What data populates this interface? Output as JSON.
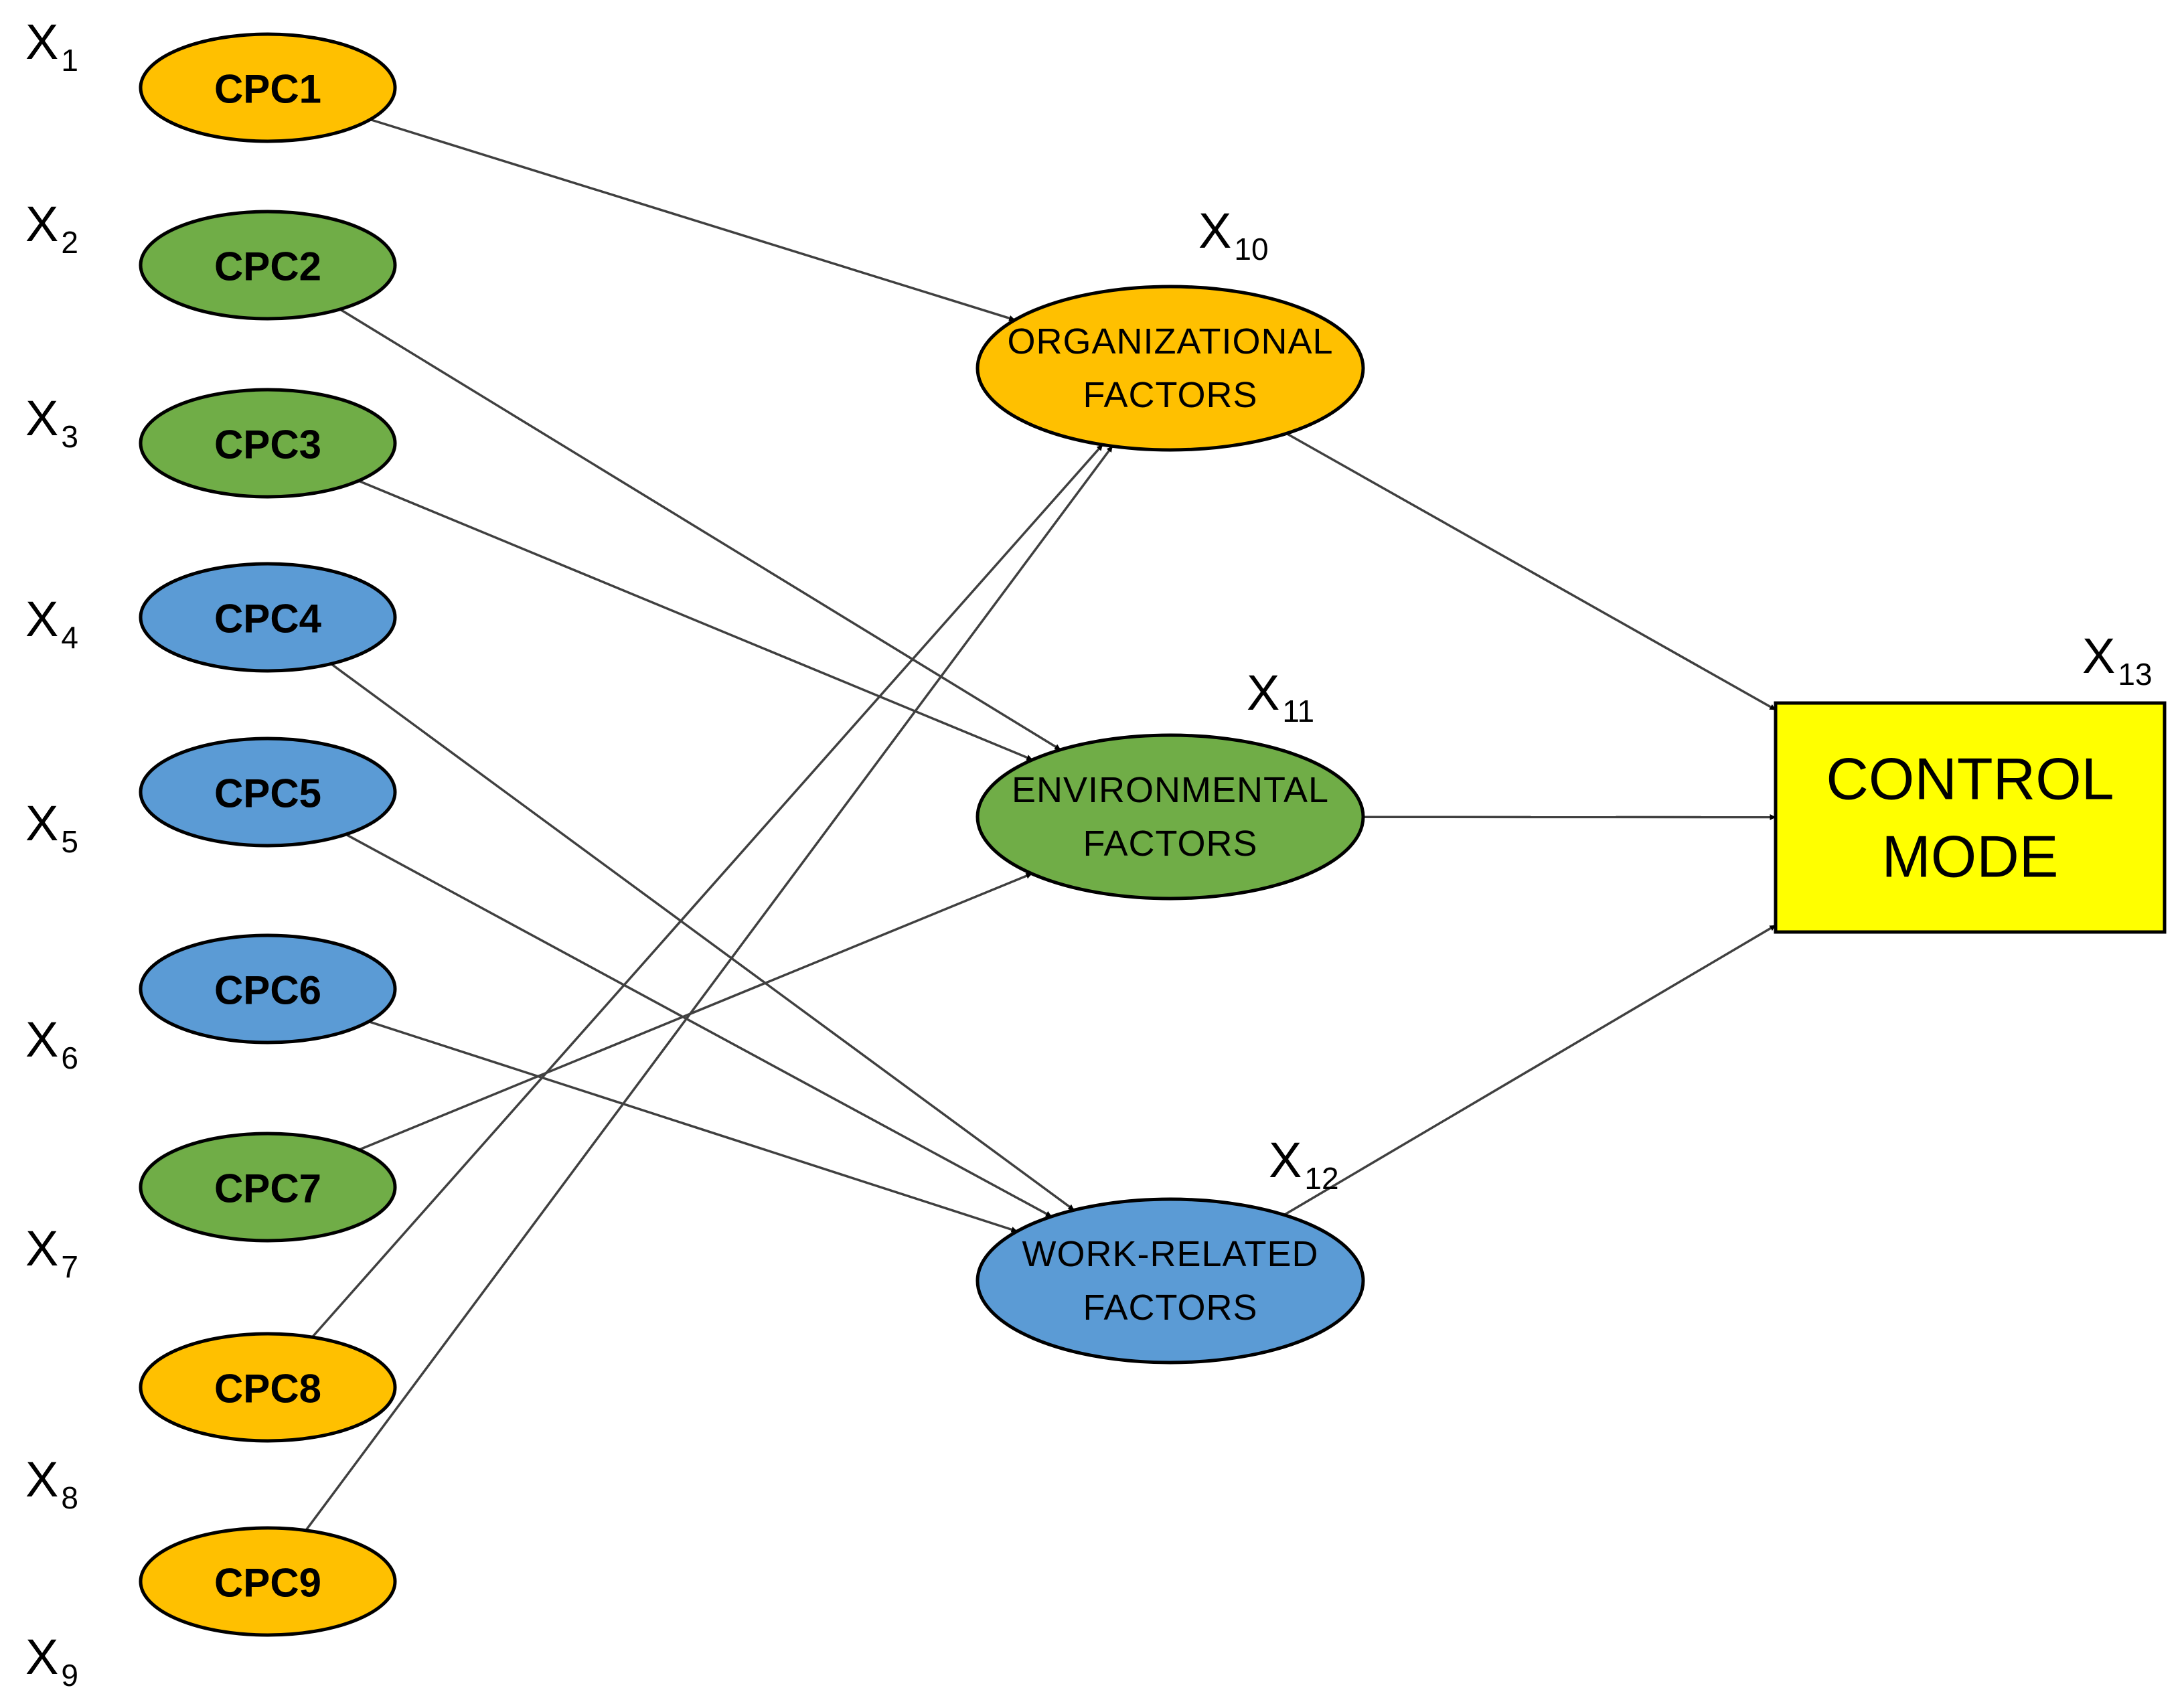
{
  "colors": {
    "orange": "#FFC000",
    "green": "#70AD47",
    "blue": "#5B9BD5",
    "yellow": "#FFFF00",
    "edge": "#404040"
  },
  "nodes": [
    {
      "id": "cpc1",
      "label": "CPC1",
      "var": "X",
      "sub": "1",
      "color": "orange"
    },
    {
      "id": "cpc2",
      "label": "CPC2",
      "var": "X",
      "sub": "2",
      "color": "green"
    },
    {
      "id": "cpc3",
      "label": "CPC3",
      "var": "X",
      "sub": "3",
      "color": "green"
    },
    {
      "id": "cpc4",
      "label": "CPC4",
      "var": "X",
      "sub": "4",
      "color": "blue"
    },
    {
      "id": "cpc5",
      "label": "CPC5",
      "var": "X",
      "sub": "5",
      "color": "blue"
    },
    {
      "id": "cpc6",
      "label": "CPC6",
      "var": "X",
      "sub": "6",
      "color": "blue"
    },
    {
      "id": "cpc7",
      "label": "CPC7",
      "var": "X",
      "sub": "7",
      "color": "green"
    },
    {
      "id": "cpc8",
      "label": "CPC8",
      "var": "X",
      "sub": "8",
      "color": "orange"
    },
    {
      "id": "cpc9",
      "label": "CPC9",
      "var": "X",
      "sub": "9",
      "color": "orange"
    },
    {
      "id": "org",
      "label": [
        "ORGANIZATIONAL",
        "FACTORS"
      ],
      "var": "X",
      "sub": "10",
      "color": "orange"
    },
    {
      "id": "env",
      "label": [
        "ENVIRONMENTAL",
        "FACTORS"
      ],
      "var": "X",
      "sub": "11",
      "color": "green"
    },
    {
      "id": "work",
      "label": [
        "WORK-RELATED",
        "FACTORS"
      ],
      "var": "X",
      "sub": "12",
      "color": "blue"
    },
    {
      "id": "control",
      "label": [
        "CONTROL",
        "MODE"
      ],
      "var": "X",
      "sub": "13",
      "color": "yellow"
    }
  ],
  "edges": [
    {
      "from": "cpc1",
      "to": "org"
    },
    {
      "from": "cpc2",
      "to": "env"
    },
    {
      "from": "cpc3",
      "to": "env"
    },
    {
      "from": "cpc4",
      "to": "work"
    },
    {
      "from": "cpc5",
      "to": "work"
    },
    {
      "from": "cpc6",
      "to": "work"
    },
    {
      "from": "cpc7",
      "to": "env"
    },
    {
      "from": "cpc8",
      "to": "org"
    },
    {
      "from": "cpc9",
      "to": "org"
    },
    {
      "from": "org",
      "to": "control"
    },
    {
      "from": "env",
      "to": "control"
    },
    {
      "from": "work",
      "to": "control"
    }
  ]
}
